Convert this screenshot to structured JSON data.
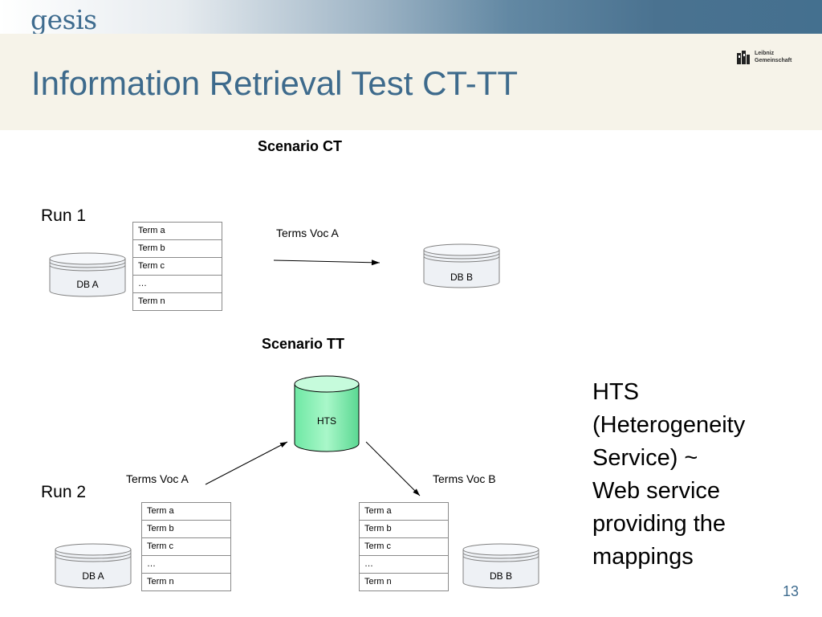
{
  "header": {
    "logo": "gesis",
    "title": "Information Retrieval Test CT-TT",
    "partner_logo": [
      "Leibniz",
      "Gemeinschaft"
    ]
  },
  "scenario_ct": {
    "label": "Scenario CT",
    "run_label": "Run 1",
    "source_db": "DB A",
    "target_db": "DB B",
    "arrow_label": "Terms Voc A",
    "terms": [
      "Term a",
      "Term b",
      "Term c",
      "…",
      "Term n"
    ]
  },
  "scenario_tt": {
    "label": "Scenario TT",
    "run_label": "Run 2",
    "hts_node": "HTS",
    "source_db": "DB A",
    "target_db": "DB B",
    "arrow_left_label": "Terms Voc A",
    "arrow_right_label": "Terms Voc B",
    "terms_left": [
      "Term a",
      "Term b",
      "Term c",
      "…",
      "Term n"
    ],
    "terms_right": [
      "Term a",
      "Term b",
      "Term c",
      "…",
      "Term n"
    ]
  },
  "hts_description": [
    "HTS",
    "(Heterogeneity",
    "Service) ~",
    "Web service",
    "providing the",
    "mappings"
  ],
  "page_number": "13"
}
